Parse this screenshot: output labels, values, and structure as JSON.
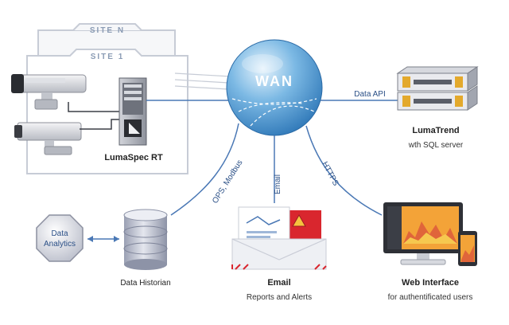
{
  "sites": {
    "site_n_label": "SITE N",
    "site_1_label": "SITE 1"
  },
  "wan": {
    "label": "WAN"
  },
  "nodes": {
    "lumaspec": {
      "title": "LumaSpec RT"
    },
    "lumatrend": {
      "title": "LumaTrend",
      "subtitle": "wth SQL server"
    },
    "data_analytics": {
      "line1": "Data",
      "line2": "Analytics"
    },
    "data_historian": {
      "title": "Data Historian"
    },
    "email": {
      "title": "Email",
      "subtitle": "Reports and Alerts"
    },
    "web_interface": {
      "title": "Web Interface",
      "subtitle": "for authentificated users"
    }
  },
  "links": {
    "data_api": "Data API",
    "ops_modbus": "OPS, Modbus",
    "email": "Email",
    "https": "HTTPS"
  },
  "colors": {
    "line_blue": "#4a78b5",
    "sphere_light": "#e6f3fc",
    "sphere_mid": "#7cb9e4",
    "sphere_dark": "#2f78b8",
    "panel_border": "#c7ccd6",
    "cylinder": "#b9bdcc",
    "alert_red": "#d9262e",
    "server_gold": "#e3a92c"
  },
  "icons": {
    "camera": "camera-icon",
    "server": "server-rack-icon",
    "database": "database-icon",
    "envelope": "envelope-icon",
    "monitor": "monitor-icon",
    "phone": "phone-icon"
  }
}
